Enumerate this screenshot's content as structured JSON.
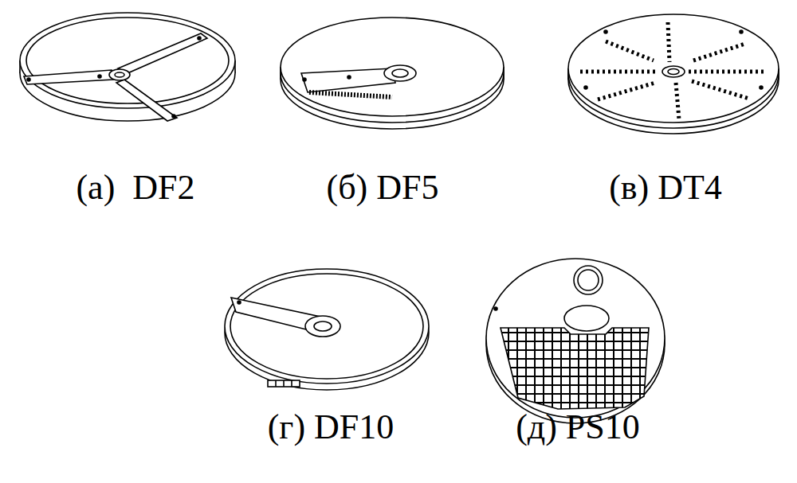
{
  "diagram": {
    "labels": [
      "(а)  DF2",
      "(б) DF5",
      "(в) DT4",
      "(г) DF10",
      "(д) PS10"
    ]
  }
}
